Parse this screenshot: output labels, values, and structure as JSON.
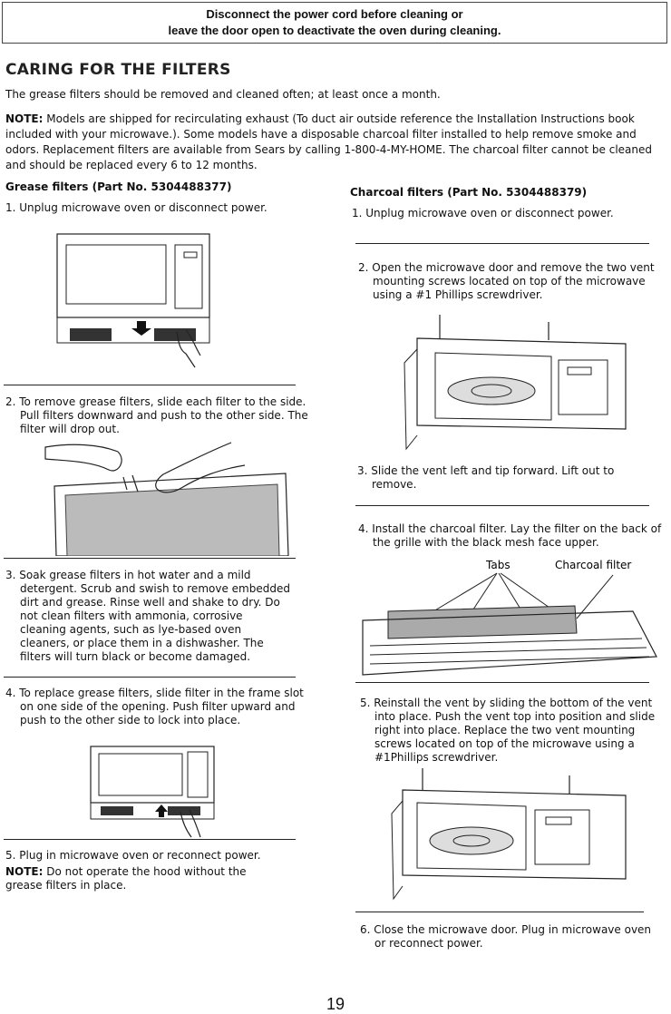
{
  "banner": {
    "line1": "Disconnect the power cord before cleaning or",
    "line2": "leave the door open to deactivate the oven during cleaning."
  },
  "section_title": "CARING FOR THE FILTERS",
  "intro": "The grease filters should be removed and cleaned often; at least once a month.",
  "note": {
    "label": "NOTE:",
    "text": "Models are shipped for recirculating exhaust (To duct air outside reference the Installation Instructions book included with your microwave.). Some models have a disposable charcoal filter installed to help remove smoke and odors. Replacement filters are available from Sears by calling 1-800-4-MY-HOME. The charcoal filter cannot be cleaned and should be replaced every 6 to 12 months."
  },
  "grease": {
    "heading": "Grease filters (Part No. 5304488377)",
    "step1": "1.  Unplug microwave oven or disconnect power.",
    "step2": "2. To remove grease filters, slide each filter to the side. Pull filters downward and push to the other side. The filter will drop out.",
    "step3": "3. Soak grease filters in hot water and a mild detergent. Scrub and swish to remove embedded dirt and grease. Rinse well and shake to dry. Do not clean filters with ammonia, corrosive cleaning agents, such as lye-based oven cleaners, or place them in a dishwasher. The filters will turn black or become damaged.",
    "step4": "4. To replace grease filters, slide filter in the frame slot on one side of the opening. Push filter upward and push to the other side to lock into place.",
    "step5": "5. Plug in microwave oven or reconnect power.",
    "note_label": "NOTE:",
    "note_text": "Do not operate the hood without the grease filters in place."
  },
  "charcoal": {
    "heading": "Charcoal filters (Part No. 5304488379)",
    "step1": "1.  Unplug microwave oven or disconnect power.",
    "step2": "2. Open the microwave door and remove the two vent mounting screws located on top of the microwave using a #1 Phillips screwdriver.",
    "step3": "3. Slide the vent left and tip forward. Lift out to remove.",
    "step4": "4. Install the charcoal filter. Lay the filter on the back of the grille with the black mesh face upper.",
    "label_tabs": "Tabs",
    "label_filter": "Charcoal filter",
    "step5": "5. Reinstall the vent by sliding the bottom of the vent into place. Push the vent top into position and slide right into place. Replace the two vent mounting screws located on top of the microwave using a #1Phillips screwdriver.",
    "step6": "6.  Close the microwave door. Plug in microwave oven or reconnect power."
  },
  "page_number": "19"
}
